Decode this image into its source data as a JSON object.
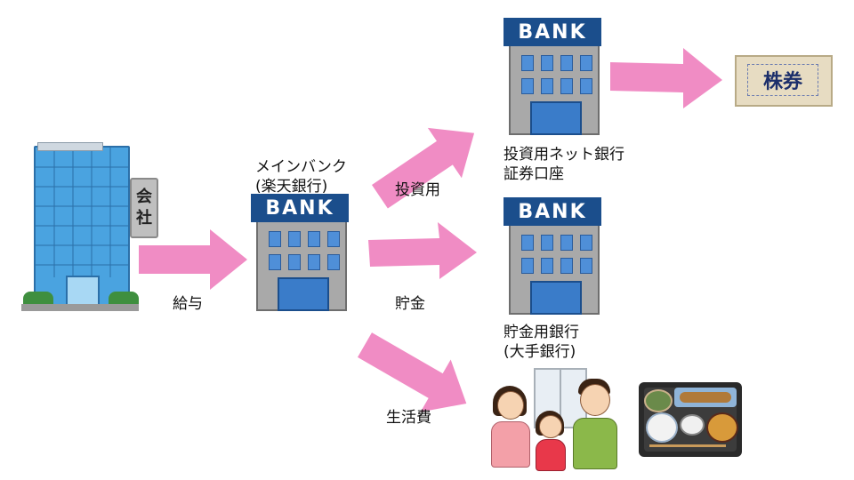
{
  "company": {
    "sign_chars": [
      "会",
      "社"
    ]
  },
  "banks": {
    "main": {
      "sign": "BANK",
      "label_lines": [
        "メインバンク",
        "(楽天銀行)"
      ]
    },
    "investment": {
      "sign": "BANK",
      "label_lines": [
        "投資用ネット銀行",
        "証券口座"
      ]
    },
    "savings": {
      "sign": "BANK",
      "label_lines": [
        "貯金用銀行",
        "(大手銀行)"
      ]
    }
  },
  "stock": {
    "text": "株券"
  },
  "flows": {
    "salary": "給与",
    "investment": "投資用",
    "savings": "貯金",
    "living": "生活費"
  },
  "colors": {
    "arrow": "#f08cc4",
    "bank_sign": "#1b4e8c",
    "bank_body": "#a9a9a9",
    "company_glass": "#4aa3e0"
  }
}
